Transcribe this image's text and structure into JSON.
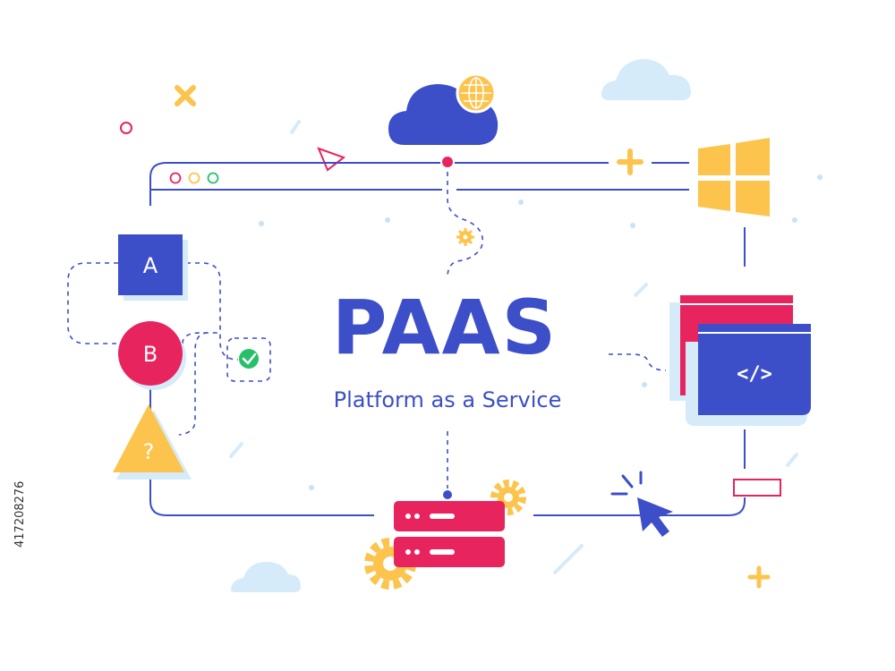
{
  "diagram": {
    "title": "PAAS",
    "subtitle": "Platform as a Service",
    "nodes": {
      "a_label": "A",
      "b_label": "B",
      "c_label": "?",
      "code_label": "</>"
    }
  },
  "stock_id": "417208276",
  "colors": {
    "blue": "#3c4fc8",
    "pink": "#e8245f",
    "yellow": "#fcc44c",
    "shadow": "#d6ebfa",
    "green": "#27c06a"
  },
  "icons": [
    "cloud-icon",
    "globe-icon",
    "windows-logo-icon",
    "gear-icon",
    "server-icon",
    "cursor-icon",
    "check-icon",
    "code-window-icon"
  ]
}
